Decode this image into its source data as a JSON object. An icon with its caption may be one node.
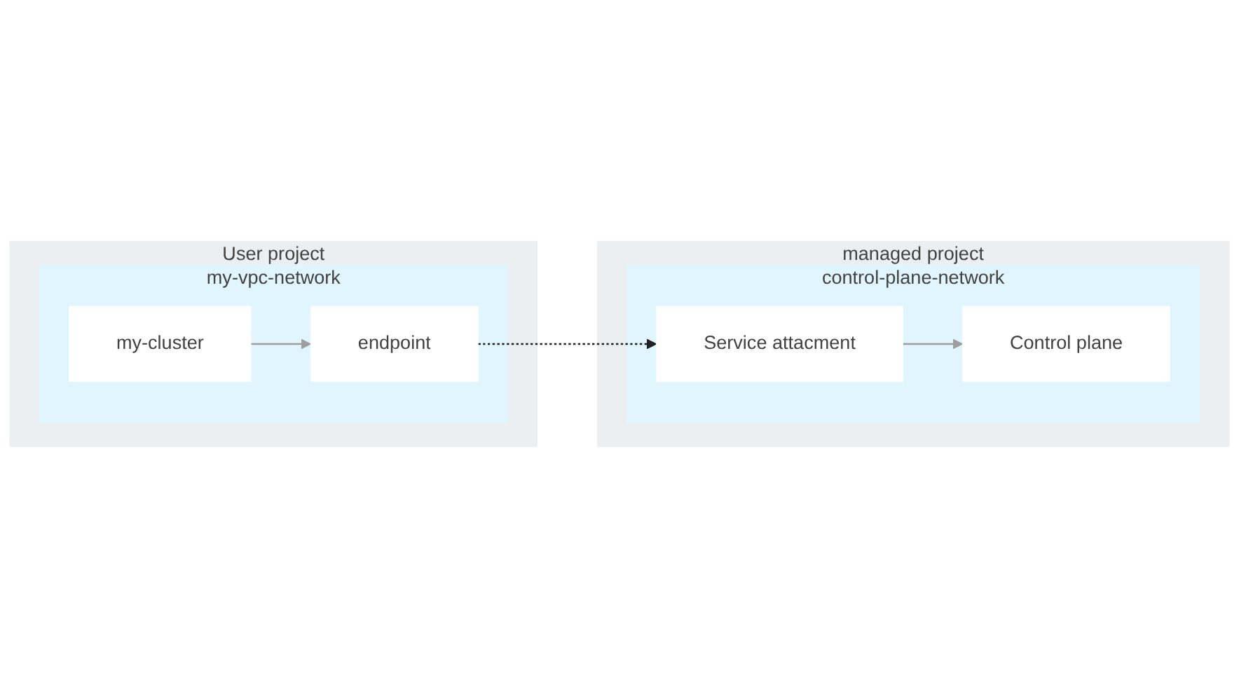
{
  "diagram": {
    "nodes": [
      {
        "text": [
          "User project"
        ]
      },
      {
        "text": [
          "my-vpc-network"
        ],
        "in": 0
      },
      {
        "text": [
          "my-cluster"
        ],
        "in": 1
      },
      {
        "text": [
          "endpoint"
        ],
        "in": 1
      },
      {
        "text": [
          "managed project"
        ]
      },
      {
        "text": [
          "control-plane-network"
        ],
        "in": 4
      },
      {
        "text": [
          "Service attacment"
        ],
        "in": 5
      },
      {
        "text": [
          "Control plane"
        ],
        "in": 5
      }
    ],
    "edges": [
      {
        "from": 2,
        "to": 3,
        "arrow": "to"
      },
      {
        "from": 3,
        "to": 6,
        "arrow": "to",
        "style": "dashed",
        "color": "#212121"
      },
      {
        "from": 6,
        "to": 7,
        "arrow": "to"
      }
    ]
  }
}
